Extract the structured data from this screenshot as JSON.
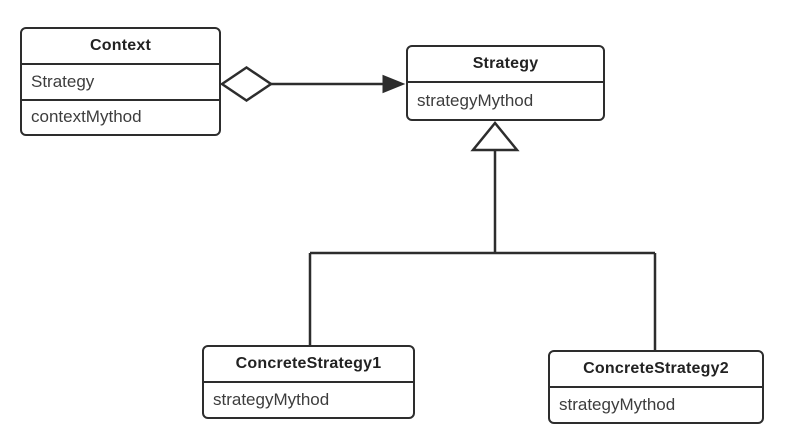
{
  "diagram": {
    "kind": "uml-class-diagram",
    "background_color": "#ffffff",
    "stroke_color": "#2d2d2d",
    "title_text_color": "#222222",
    "member_text_color": "#3d3d3d",
    "classes": [
      {
        "name": "Context",
        "members": [
          "Strategy",
          "contextMythod"
        ]
      },
      {
        "name": "Strategy",
        "members": [
          "strategyMythod"
        ]
      },
      {
        "name": "ConcreteStrategy1",
        "members": [
          "strategyMythod"
        ]
      },
      {
        "name": "ConcreteStrategy2",
        "members": [
          "strategyMythod"
        ]
      }
    ],
    "relations": [
      {
        "from": "Context",
        "to": "Strategy",
        "type": "aggregation-association",
        "markers": [
          "hollow-diamond",
          "filled-arrowhead"
        ]
      },
      {
        "from": "ConcreteStrategy1",
        "to": "Strategy",
        "type": "generalization",
        "markers": [
          "hollow-triangle"
        ]
      },
      {
        "from": "ConcreteStrategy2",
        "to": "Strategy",
        "type": "generalization",
        "markers": [
          "hollow-triangle"
        ]
      }
    ]
  }
}
